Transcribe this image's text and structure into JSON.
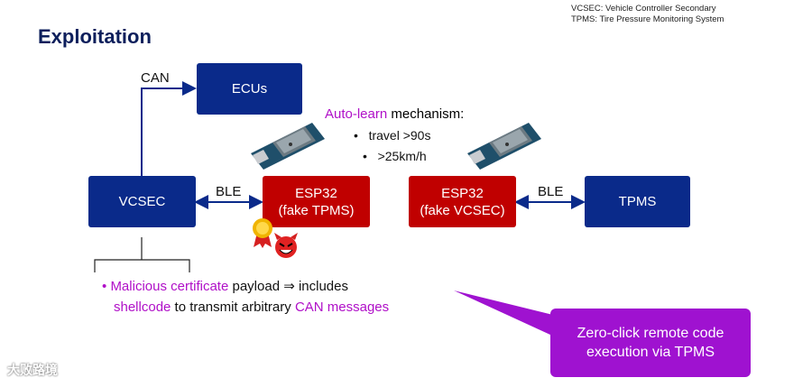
{
  "title": "Exploitation",
  "legend": {
    "line1": "VCSEC: Vehicle Controller Secondary",
    "line2": "TPMS: Tire Pressure Monitoring System"
  },
  "nodes": {
    "ecus": "ECUs",
    "vcsec": "VCSEC",
    "esp32_tpms_line1": "ESP32",
    "esp32_tpms_line2": "(fake TPMS)",
    "esp32_vcsec_line1": "ESP32",
    "esp32_vcsec_line2": "(fake VCSEC)",
    "tpms": "TPMS"
  },
  "edges": {
    "can": "CAN",
    "ble_left": "BLE",
    "ble_right": "BLE"
  },
  "autolearn": {
    "highlight": "Auto-learn",
    "rest": " mechanism:",
    "bullets": [
      "travel >90s",
      ">25km/h"
    ]
  },
  "note": {
    "bullet": "•",
    "p1": "Malicious certificate",
    "p2": " payload ⇒ includes",
    "p3": "shellcode",
    "p4": " to transmit arbitrary ",
    "p5": "CAN messages"
  },
  "callout": {
    "line1": "Zero-click remote code",
    "line2": "execution via TPMS"
  },
  "watermark": "大败路境",
  "colors": {
    "blue_box": "#0a2a8a",
    "red_box": "#c00000",
    "purple_accent": "#b010c8",
    "callout": "#9f12d0"
  }
}
